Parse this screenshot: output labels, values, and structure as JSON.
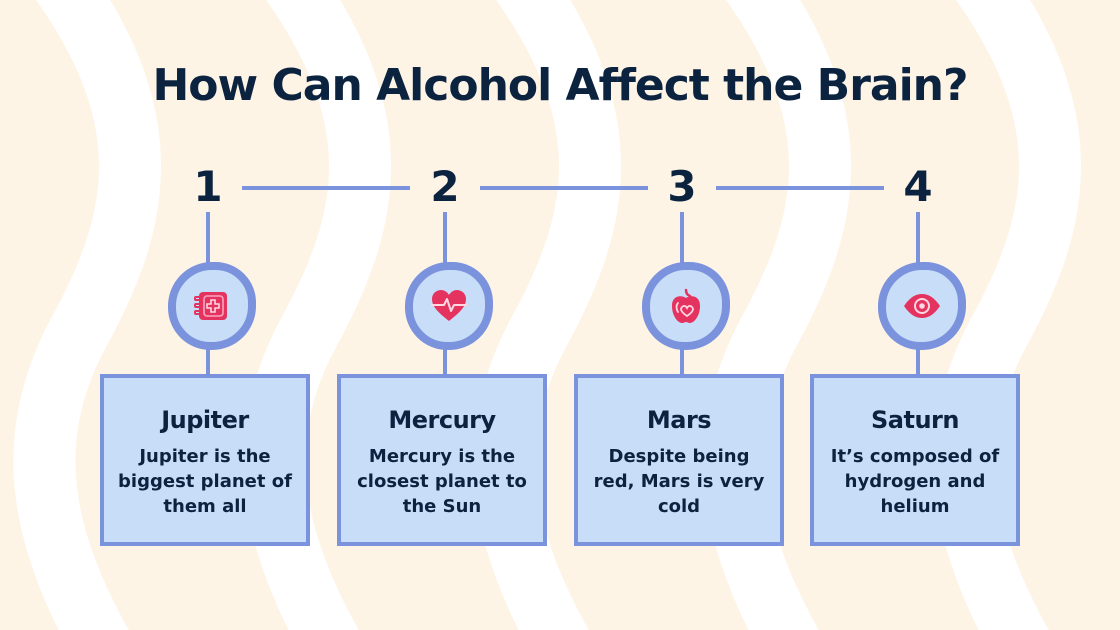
{
  "title": "How Can Alcohol Affect the Brain?",
  "colors": {
    "background": "#fdf4e6",
    "stripes": "#ffffff",
    "title_text": "#0c2340",
    "line": "#7b93dd",
    "card_fill": "#c7ddf8",
    "icon": "#e5335f"
  },
  "steps": [
    {
      "number": "1",
      "icon": "medical-book-icon",
      "title": "Jupiter",
      "text": "Jupiter is the biggest planet of them all"
    },
    {
      "number": "2",
      "icon": "heartbeat-icon",
      "title": "Mercury",
      "text": "Mercury is the closest planet to the Sun"
    },
    {
      "number": "3",
      "icon": "apple-heart-icon",
      "title": "Mars",
      "text": "Despite being red, Mars is very cold"
    },
    {
      "number": "4",
      "icon": "eye-icon",
      "title": "Saturn",
      "text": "It’s composed of hydrogen and helium"
    }
  ]
}
